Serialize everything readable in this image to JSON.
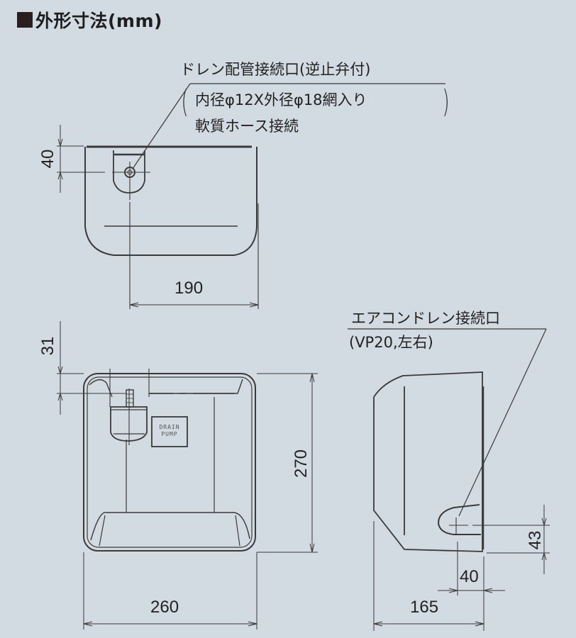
{
  "title": {
    "text": "外形寸法(mm)",
    "icon": "black-square"
  },
  "top_view": {
    "callout_line1": "ドレン配管接続口(逆止弁付)",
    "callout_line2": "内径φ12X外径φ18網入り",
    "callout_line3": "軟質ホース接続",
    "dim_height": "40",
    "dim_width": "190"
  },
  "front_view": {
    "dim_top": "31",
    "dim_height": "270",
    "dim_width": "260",
    "badge_line1": "DRAIN",
    "badge_line2": "PUMP"
  },
  "side_view": {
    "callout_line1": "エアコンドレン接続口",
    "callout_line2": "(VP20,左右)",
    "dim_outlet_height": "43",
    "dim_outlet_offset": "40",
    "dim_depth": "165"
  },
  "colors": {
    "background": "#d2dbe1",
    "line": "#3a3a3a"
  }
}
